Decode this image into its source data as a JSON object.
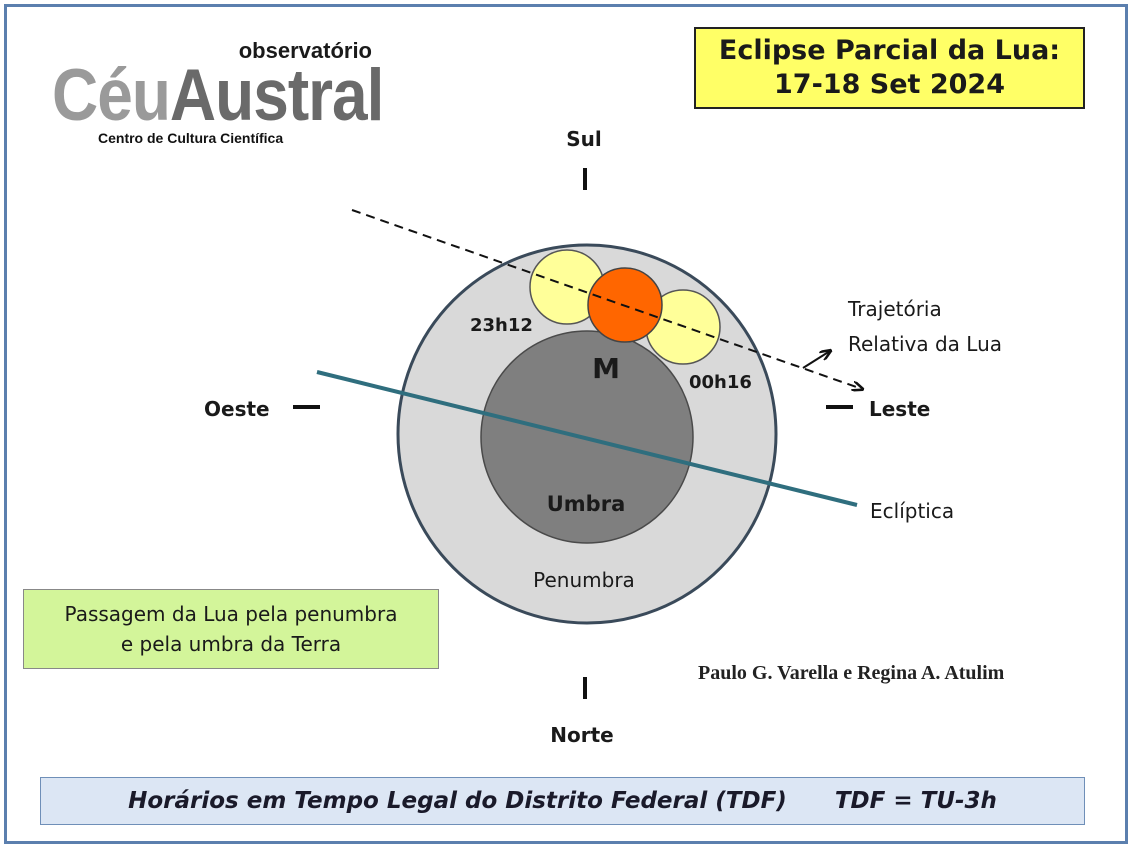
{
  "logo": {
    "top": "observatório",
    "ceu": "Céu",
    "austral": "Austral",
    "sub": "Centro de Cultura Científica"
  },
  "title": {
    "line1": "Eclipse Parcial da Lua:",
    "line2": "17-18 Set 2024"
  },
  "directions": {
    "south": "Sul",
    "north": "Norte",
    "west": "Oeste",
    "east": "Leste"
  },
  "diagram": {
    "umbra": "Umbra",
    "penumbra": "Penumbra",
    "ecliptic": "Eclíptica",
    "moon_mid": "M",
    "time_start": "23h12",
    "time_end": "00h16",
    "path_line1": "Trajetória",
    "path_line2": "Relativa da Lua",
    "colors": {
      "penumbra": "#d9d9d9",
      "umbra": "#7f7f7f",
      "moon_penumbral": "#ffff99",
      "moon_max": "#ff6600",
      "ecliptic": "#2f6e7e"
    }
  },
  "note": {
    "line1": "Passagem da Lua pela penumbra",
    "line2": "e pela umbra da Terra"
  },
  "credit": "Paulo G. Varella e Regina A. Atulim",
  "footer": "Horários em Tempo Legal do Distrito Federal (TDF)      TDF = TU-3h"
}
